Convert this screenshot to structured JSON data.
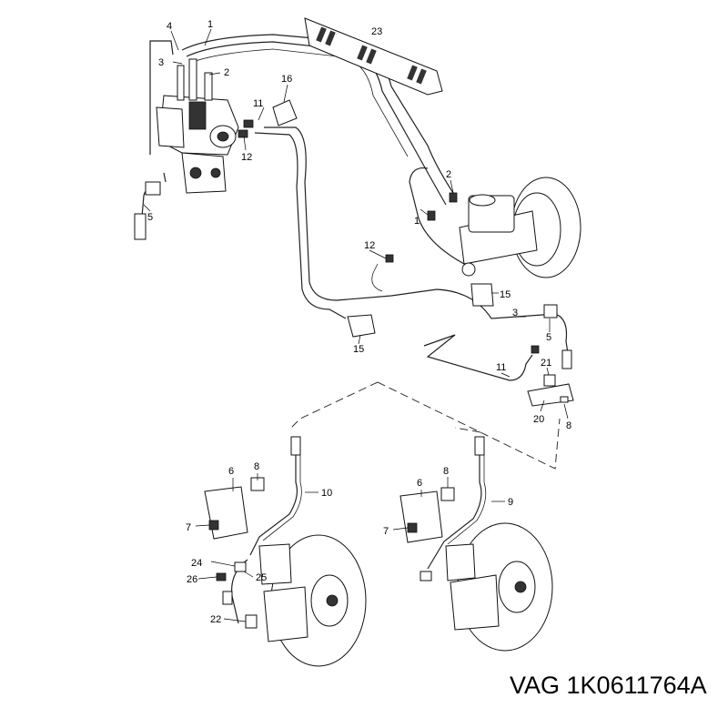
{
  "footer": {
    "brand": "VAG",
    "part_number": "1K0611764A"
  },
  "callouts": [
    "1",
    "2",
    "3",
    "4",
    "5",
    "6",
    "7",
    "8",
    "9",
    "10",
    "11",
    "12",
    "15",
    "16",
    "20",
    "21",
    "22",
    "23",
    "24",
    "25",
    "26"
  ]
}
